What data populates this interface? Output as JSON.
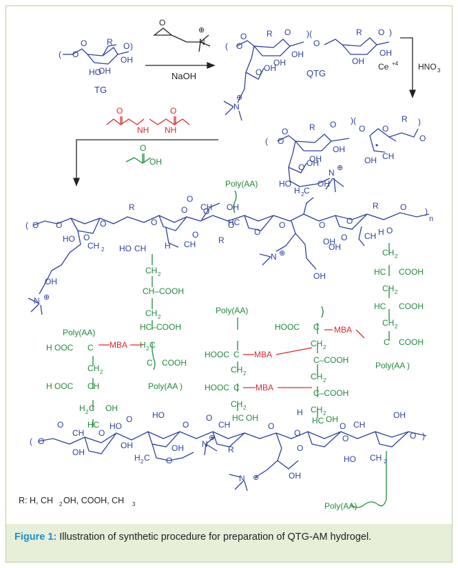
{
  "scheme": {
    "tg_label": "TG",
    "qtg_label": "QTG",
    "reagent_base": "NaOH",
    "reagent_ce": "Ce",
    "reagent_ce_sup": "+4",
    "reagent_hno": "HNO",
    "reagent_hno_sub": "3",
    "r": "R",
    "oh": "OH",
    "ho": "HO",
    "o": "O",
    "h": "H",
    "n": "N",
    "n_sub": "n",
    "ch": "CH",
    "hc": "HC",
    "ch2": "CH",
    "h2c": "H",
    "two": "2",
    "cooh": "COOH",
    "hooc": "HOOC",
    "h_ooc": "H OOC",
    "c_cooh": "C–COOH",
    "hc_cooh": "HC–COOH",
    "ch_cooh": "CH–COOH",
    "poly_aa": "Poly(AA)",
    "poly_aa_paren": "Poly(AA )",
    "mba": "MBA",
    "plus": "⊕",
    "dot": "•",
    "r_def_prefix": "R: H, CH",
    "r_def_oh": "OH, COOH, CH",
    "r_def_sub2": "2",
    "r_def_sub3": "3"
  },
  "caption": {
    "label": "Figure 1:",
    "text": " Illustration of synthetic procedure for preparation of QTG-AM hydrogel."
  },
  "colors": {
    "blue": "#2b3f9b",
    "green": "#1f8a3a",
    "red": "#e0262b",
    "black": "#222222",
    "caption_bg": "#e7efd9",
    "caption_label": "#1a8fc9",
    "frame": "#b9cf9b"
  }
}
